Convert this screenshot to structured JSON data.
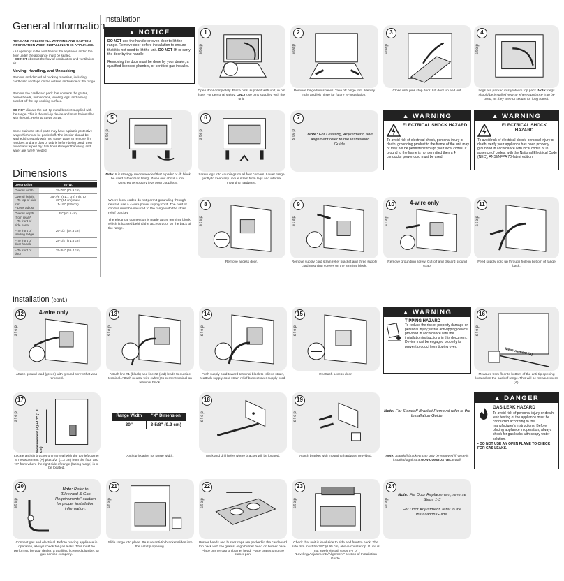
{
  "left": {
    "general_title": "General Information",
    "gi_bold": "READ AND FOLLOW ALL WARNING AND CAUTION INFORMATION WHEN INSTALLING THIS APPLIANCE.",
    "gi_bullet1": "All openings in the wall behind the appliance and in the floor under the appliance must be sealed.",
    "gi_bullet2_b": "DO NOT",
    "gi_bullet2": " obstruct the flow of combustion and ventilation air.",
    "moving_head": "Moving, Handling, and Unpacking",
    "moving_p1": "Remove and discard all packing materials, including cardboard and tape on the outside and inside of the range.",
    "moving_p2": "Remove the cardboard pack that contains the grates, burner heads, burner caps, leveling legs, and anti-tip bracket off the top cooking surface.",
    "moving_p3_b": "DO NOT",
    "moving_p3": " discard the anti-tip metal bracket supplied with the range. This is the anti-tip device and must be installed with the unit. Refer to Steps 16-19.",
    "moving_p4": "Some stainless steel parts may have a plastic protective wrap which must be peeled off. The interior should be washed thoroughly with hot, soapy water to remove film residues and any dust or debris before being used, then rinsed and wiped dry. Solutions stronger than soap and water are rarely needed.",
    "dimensions_title": "Dimensions",
    "dim_head_desc": "Description",
    "dim_head_val": "30\"W.",
    "dim_rows": [
      {
        "label": "Overall width",
        "value": "29-7/8\" (75.9 cm)"
      },
      {
        "label": "Overall height\n– To top of side trim\n– Legs adjust",
        "value": "35-7/8\" (91.1 cm) min. to\n37\" (94 cm) max.\n1-1/8\" (2.9 cm)"
      },
      {
        "label": "Overall depth (from rear)*\n– To front of side panel",
        "value": "25\" (63.5 cm)"
      },
      {
        "label": "– To front of landing ledge",
        "value": "26-1/2\" (67.3 cm)"
      },
      {
        "label": "– To front of door handle",
        "value": "28-1/4\" (71.8 cm)"
      },
      {
        "label": "– To front of door",
        "value": "25-3/4\" (65.4 cm)"
      }
    ]
  },
  "install": {
    "title": "Installation",
    "title2": "Installation",
    "cont": "(cont.)",
    "step_word": "step",
    "notice_head": "NOTICE",
    "notice_p1_a": "DO NOT",
    "notice_p1_b": " use the handle or oven door to lift the range. Remove door before installation to ensure that it is not used to lift the unit. ",
    "notice_p1_c": "DO NOT",
    "notice_p1_d": " lift or carry the door by the handle.",
    "notice_p2": "Removing the door must be done by your dealer, a qualified licensed plumber, or certified gas installer.",
    "warning_head": "WARNING",
    "danger_head": "DANGER",
    "four_wire": "4-wire only",
    "four_wire2": "4-wire only",
    "range_width_head": "Range Width",
    "x_dim_head": "\"X\" Dimension",
    "range_width_val": "30\"",
    "x_dim_val": "3-5/8\" (9.2 cm)",
    "measurement_a": "Measurement (A)",
    "measurement_a2": "Measurement (A)",
    "measurement_note": "+1/2\" (1.3 cm)"
  },
  "captions": {
    "s1_a": "Open door completely. Place pins, supplied with unit, in pin hole. For personal safety, ",
    "s1_b": "ONLY",
    "s1_c": " use pins supplied with the unit.",
    "s2": "Remove hinge trim screws. Take off hinge trim. Identify right and left hinge for future re-installation.",
    "s3": "Close until pins stop door. Lift door up and out.",
    "s4_a": "Legs are packed in styrofoam top pack. ",
    "s4_b": "Note:",
    "s4_c": " Legs should be installed near to where appliance is to be used, as they are not secure for long transit.",
    "s5_b": "Note:",
    "s5_c": " It is strongly recommended that a pallet or lift block be used rather than tilting. Raise unit about a foot. Unscrew temporary legs from couplings.",
    "s6": "Screw legs into couplings on all four corners. Lower range gently to keep any undue strain from legs and internal mounting hardware.",
    "s7_note_b": "Note:",
    "s7_note": " For Leveling, Adjustment, and Alignment refer to the Installation Guide.",
    "local_codes_1": "Where local codes do not permit grounding through neutral, use a 4-wire power supply cord. The cord or conduit must be secured to the range with the strain relief bracket.",
    "local_codes_2": "The electrical connection is made at the terminal block, which is located behind the access door on the back of the range.",
    "s8": "Remove access door.",
    "s9": "Remove supply cord strain relief bracket and three supply cord mounting screws on the terminal block.",
    "s10": "Remove grounding screw. Cut-off and discard ground strap.",
    "s11": "Feed supply cord up through hole in bottom of range back.",
    "s12": "Attach ground lead (green) with ground screw that was removed.",
    "s13": "Attach line #1 (black) and line #2 (red) leads to outside terminal. Attach neutral wire (white) to center terminal on terminal block.",
    "s14": "Push supply cord toward terminal block to relieve strain, reattach supply cord strain relief bracket over supply cord.",
    "s15": "Reattach access door.",
    "s16": "Measure from floor to bottom of the anti-tip opening located on the back of range. This will be measurement (A).",
    "s17": "Locate anti-tip bracket on rear wall with the top left corner at measurement (A) plus 1/2\" (1.3 cm) from the floor and \"X\" from where the right side of range (facing range) is to be located.",
    "s17b": "Anti-tip location for range width.",
    "s18": "Mark and drill holes where bracket will be located.",
    "s19": "Attach bracket with mounting hardware provided.",
    "s19_note_b": "Note:",
    "s19_note": " For Standoff Bracket Removal refer to the Installation Guide.",
    "s19_note2_b": "Note:",
    "s19_note2_a": " Standoff brackets can only be removed if range is installed against a ",
    "s19_note2_c": "NON-COMBUSTIBLE",
    "s19_note2_d": " wall.",
    "s20_note_b": "Note:",
    "s20_note": " Refer to \"Electrical & Gas Requirements\" section for proper installation information.",
    "s20": "Connect gas and electrical. Before placing appliance in operation, always check for gas leaks. This must be performed by your dealer, a qualified licensed plumber, or gas service company.",
    "s21": "Slide range into place. Be sure anti-tip bracket slides into the anti-tip opening.",
    "s22": "Burner heads and burner caps are packed in the cardboard top pack with the grates. Align burner head on burner base. Place burner cap on burner head. Place grates onto the burner pan.",
    "s23": "Check that unit is level side to side and front to back. The side trim must be 3/8\" (0.95 cm) above countertop. If unit is not level reinstall steps 5-7 of \"Leveling/Adjustments/Alignment\" section of Installation Guide.",
    "s24_note_b": "Note:",
    "s24_note": " For Door Replacement, reverse Steps 1-3",
    "s24_note2": "For Door Adjustment, refer to the Installation Guide."
  },
  "warnings": {
    "shock1_title": "ELECTRICAL SHOCK HAZARD",
    "shock1_body": "To avoid risk of electrical shock, personal injury or death; grounding product to the frame of the unit may or may not be permitted through your local codes. If ground to the frame is not permitted then a 4 conductor power cord must be used.",
    "shock2_title": "ELECTRICAL SHOCK HAZARD",
    "shock2_body": "To avoid risk of electrical shock, personal injury or death; verify your appliance has been properly grounded in accordance with local codes or in absence of codes, with the National Electrical Code (NEC), ANSI/NFPA 70-latest edition.",
    "tip_title": "TIPPING HAZARD",
    "tip_body": "To reduce the risk of property damage or personal injury; install anti-tipping device provided in accordance with the installation instructions in this document. Device must be engaged properly to prevent product from tipping over.",
    "gas_title": "GAS LEAK HAZARD",
    "gas_body": "To avoid risk of personal injury or death; leak testing of the appliance must be conducted according to the manufacturer's instructions. Before placing appliance in operation, always check for gas leaks with soapy water solution.",
    "gas_bold": "• DO NOT USE AN OPEN FLAME TO CHECK FOR GAS LEAKS."
  },
  "steps": [
    "1",
    "2",
    "3",
    "4",
    "5",
    "6",
    "7",
    "8",
    "9",
    "10",
    "11",
    "12",
    "13",
    "14",
    "15",
    "16",
    "17",
    "18",
    "19",
    "20",
    "21",
    "22",
    "23",
    "24"
  ]
}
